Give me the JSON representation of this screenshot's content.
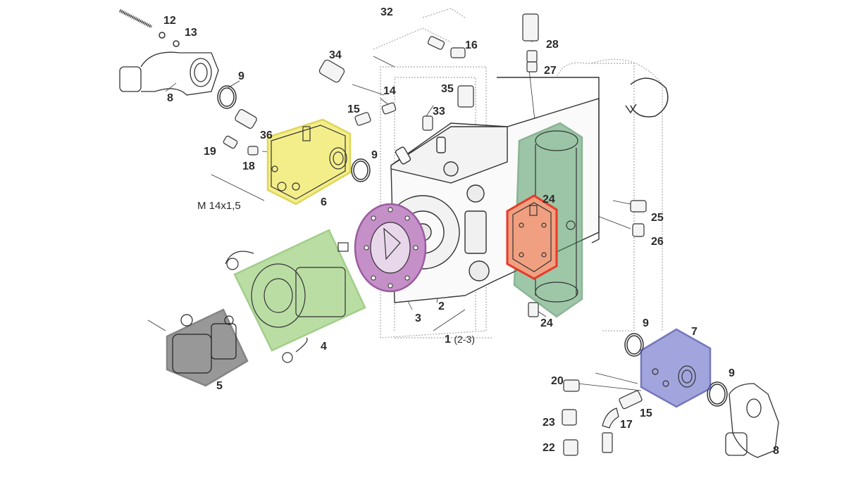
{
  "labels": {
    "p1": "1",
    "p1_range": "(2-3)",
    "p2": "2",
    "p3": "3",
    "p4": "4",
    "p5": "5",
    "p6": "6",
    "p7": "7",
    "p8a": "8",
    "p8b": "8",
    "p9a": "9",
    "p9b": "9",
    "p9c": "9",
    "p9d": "9",
    "p12": "12",
    "p13": "13",
    "p14": "14",
    "p15a": "15",
    "p15b": "15",
    "p16": "16",
    "p17": "17",
    "p18": "18",
    "p19": "19",
    "p20": "20",
    "p22": "22",
    "p23": "23",
    "p24a": "24",
    "p24b": "24",
    "p25": "25",
    "p26": "26",
    "p27": "27",
    "p28": "28",
    "p32": "32",
    "p33": "33",
    "p34": "34",
    "p35": "35",
    "p36": "36",
    "thread": "M 14x1,5"
  },
  "highlight_colors": {
    "yellow_block_6": "#f4ee8a",
    "green_pump_4": "#b7dca0",
    "grey_pump_5": "#8d8d8d",
    "purple_flange_3": "#c58fc8",
    "green_column_24": "#4f9a62",
    "red_valve_24": "#e8735a",
    "blue_block_7": "#6f73c8"
  },
  "icons": [
    "exploded-pump-assembly",
    "rotation-arrow-icon",
    "hose-elbow",
    "fitting",
    "o-ring"
  ]
}
